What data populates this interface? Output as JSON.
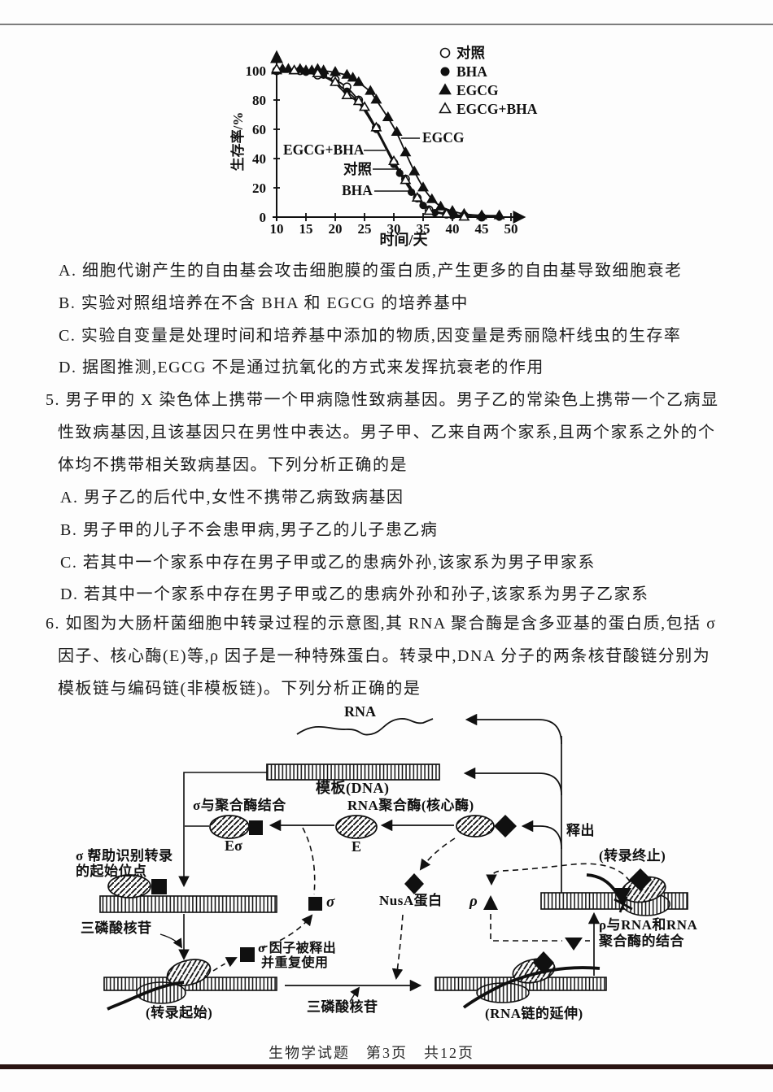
{
  "footer": "生物学试题　第3页　共12页",
  "questions": {
    "q4_options": [
      "A. 细胞代谢产生的自由基会攻击细胞膜的蛋白质,产生更多的自由基导致细胞衰老",
      "B. 实验对照组培养在不含 BHA 和 EGCG 的培养基中",
      "C. 实验自变量是处理时间和培养基中添加的物质,因变量是秀丽隐杆线虫的生存率",
      "D. 据图推测,EGCG 不是通过抗氧化的方式来发挥抗衰老的作用"
    ],
    "q5_stem": [
      "5. 男子甲的 X 染色体上携带一个甲病隐性致病基因。男子乙的常染色上携带一个乙病显",
      "性致病基因,且该基因只在男性中表达。男子甲、乙来自两个家系,且两个家系之外的个",
      "体均不携带相关致病基因。下列分析正确的是"
    ],
    "q5_options": [
      "A. 男子乙的后代中,女性不携带乙病致病基因",
      "B. 男子甲的儿子不会患甲病,男子乙的儿子患乙病",
      "C. 若其中一个家系中存在男子甲或乙的患病外孙,该家系为男子甲家系",
      "D. 若其中一个家系中存在男子甲或乙的患病外孙和孙子,该家系为男子乙家系"
    ],
    "q6_stem": [
      "6. 如图为大肠杆菌细胞中转录过程的示意图,其 RNA 聚合酶是含多亚基的蛋白质,包括 σ",
      "因子、核心酶(E)等,ρ 因子是一种特殊蛋白。转录中,DNA 分子的两条核苷酸链分别为",
      "模板链与编码链(非模板链)。下列分析正确的是"
    ]
  },
  "chart_data": {
    "type": "line",
    "title": "",
    "xlabel": "时间/天",
    "ylabel": "生存率/%",
    "xlim": [
      10,
      53
    ],
    "ylim": [
      0,
      105
    ],
    "xticks": [
      10,
      15,
      20,
      25,
      30,
      35,
      40,
      45,
      50
    ],
    "yticks": [
      0,
      20,
      40,
      60,
      80,
      100
    ],
    "grid": false,
    "legend_position": "top-right",
    "series": [
      {
        "name": "对照",
        "marker": "circle-open",
        "x": [
          10,
          14,
          17,
          20,
          22,
          24,
          27,
          30,
          32,
          34,
          36,
          39,
          42,
          45
        ],
        "y": [
          100,
          100,
          97,
          94,
          89,
          80,
          61,
          37,
          26,
          13,
          5,
          2,
          1,
          0
        ]
      },
      {
        "name": "BHA",
        "marker": "circle-filled",
        "x": [
          10,
          15,
          18,
          20,
          22,
          24,
          27,
          30,
          31,
          33,
          35,
          37,
          40,
          45,
          48
        ],
        "y": [
          100,
          99,
          97,
          92,
          86,
          79,
          60,
          36,
          30,
          17,
          8,
          3,
          1,
          0,
          0
        ]
      },
      {
        "name": "EGCG",
        "marker": "triangle-filled",
        "x": [
          10,
          11,
          12,
          13,
          14,
          15,
          16,
          17,
          18,
          20,
          22,
          23,
          24,
          26,
          27,
          29,
          30.5,
          32,
          33.5,
          35,
          36.5,
          38,
          40,
          42,
          45,
          48
        ],
        "y": [
          100,
          101,
          101,
          100,
          101,
          100,
          100,
          101,
          100,
          99,
          97,
          95,
          92,
          86,
          80,
          68,
          58,
          44,
          31,
          20,
          12,
          7,
          4,
          2,
          1,
          1
        ]
      },
      {
        "name": "EGCG+BHA",
        "marker": "triangle-open",
        "x": [
          10,
          13,
          17,
          20,
          22,
          24,
          25,
          27,
          30,
          32,
          34,
          36,
          39,
          42
        ],
        "y": [
          101,
          100,
          98,
          92,
          83,
          79,
          75,
          61,
          38,
          25,
          13,
          4,
          2,
          0
        ]
      }
    ],
    "annotations": [
      {
        "text": "EGCG+BHA",
        "tx": 68,
        "ty": 148,
        "line": [
          167,
          143,
          194,
          143
        ]
      },
      {
        "text": "对照",
        "tx": 142,
        "ty": 172,
        "line": [
          178,
          166,
          213,
          166
        ]
      },
      {
        "text": "BHA",
        "tx": 140,
        "ty": 198,
        "line": [
          180,
          193,
          226,
          193
        ]
      },
      {
        "text": "EGCG",
        "tx": 239,
        "ty": 133,
        "line": [
          213,
          128,
          236,
          128
        ]
      }
    ]
  },
  "diagram": {
    "rna": "RNA",
    "template_dna": "模板(DNA)",
    "sigma_binds_pol": "σ与聚合酶结合",
    "rna_pol_core": "RNA聚合酶(核心酶)",
    "e_sigma": "Eσ",
    "core_e": "E",
    "release": "释出",
    "sigma_recognition_line1": "σ 帮助识别转录",
    "sigma_recognition_line2": "的起始位点",
    "ntp_left": "三磷酸核苷",
    "initiation": "(转录起始)",
    "sigma_released_line1": "σ 因子被释出",
    "sigma_released_line2": "并重复使用",
    "sigma_symbol": "σ",
    "nusa": "NusA蛋白",
    "rho_symbol": "ρ",
    "ntp_bottom": "三磷酸核苷",
    "elongation": "(RNA链的延伸)",
    "rho_binding_line1": "ρ与RNA和RNA",
    "rho_binding_line2": "聚合酶的结合",
    "termination": "(转录终止)"
  }
}
